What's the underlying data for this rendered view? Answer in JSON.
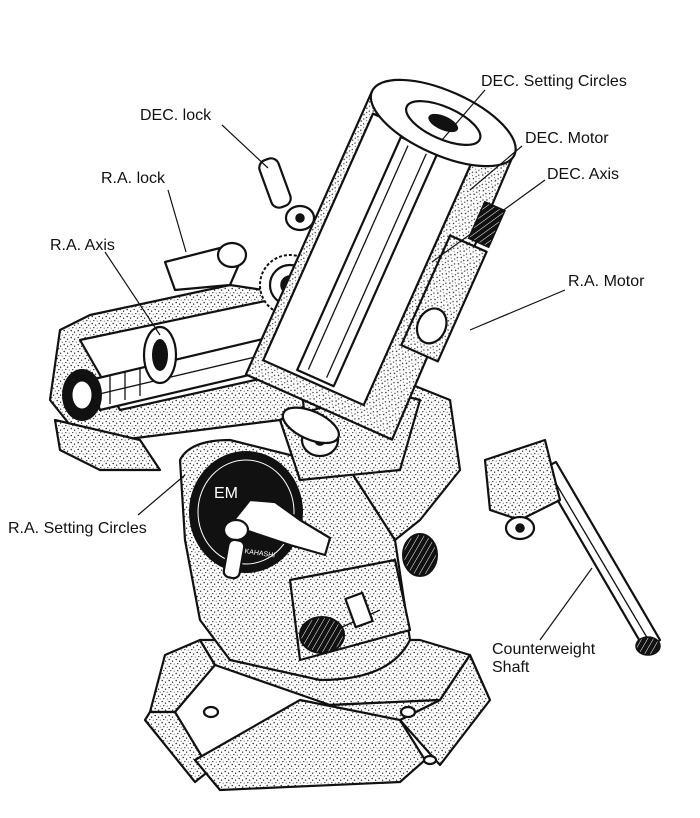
{
  "labels": {
    "dec_setting_circles": "DEC. Setting Circles",
    "dec_lock": "DEC. lock",
    "dec_motor": "DEC. Motor",
    "dec_axis": "DEC. Axis",
    "ra_lock": "R.A. lock",
    "ra_axis": "R.A. Axis",
    "ra_motor": "R.A. Motor",
    "ra_setting_circles": "R.A. Setting Circles",
    "counterweight_line1": "Counterweight",
    "counterweight_line2": "Shaft"
  },
  "dial": {
    "brand": "EM",
    "maker": "TAKAHASHI"
  },
  "colors": {
    "ink": "#111111",
    "paper": "#ffffff"
  }
}
